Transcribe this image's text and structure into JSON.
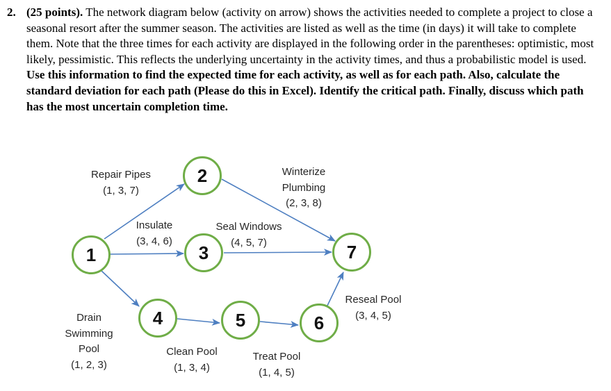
{
  "problem": {
    "number": "2.",
    "points_label": "(25 points).",
    "body": "The network diagram below (activity on arrow) shows the activities needed to complete a project to close a seasonal resort after the summer season. The activities are listed as well as the time (in days) it will take to complete them. Note that the three times for each activity are displayed in the following order in the parentheses: optimistic, most likely, pessimistic. This reflects the underlying uncertainty in the activity times, and thus a probabilistic model is used.",
    "task": "Use this information to find the expected time for each activity, as well as for each path. Also, calculate the standard deviation for each path (Please do this in Excel). Identify the critical path. Finally, discuss which path has the most uncertain completion time."
  },
  "diagram": {
    "type": "activity-on-arrow network",
    "nodes": [
      {
        "id": "1"
      },
      {
        "id": "2"
      },
      {
        "id": "3"
      },
      {
        "id": "4"
      },
      {
        "id": "5"
      },
      {
        "id": "6"
      },
      {
        "id": "7"
      }
    ],
    "activities": [
      {
        "name": "Repair Pipes",
        "times": "(1, 3, 7)",
        "from": "1",
        "to": "2",
        "lines": [
          "Repair Pipes",
          "(1, 3, 7)"
        ]
      },
      {
        "name": "Insulate",
        "times": "(3, 4, 6)",
        "from": "1",
        "to": "3",
        "lines": [
          "Insulate",
          "(3, 4, 6)"
        ]
      },
      {
        "name": "Winterize Plumbing",
        "times": "(2, 3, 8)",
        "from": "2",
        "to": "7",
        "lines": [
          "Winterize",
          "Plumbing",
          "(2, 3, 8)"
        ]
      },
      {
        "name": "Seal Windows",
        "times": "(4, 5, 7)",
        "from": "3",
        "to": "7",
        "lines": [
          "Seal Windows",
          "(4, 5, 7)"
        ]
      },
      {
        "name": "Drain Swimming Pool",
        "times": "(1, 2, 3)",
        "from": "1",
        "to": "4",
        "lines": [
          "Drain",
          "Swimming",
          "Pool",
          "(1, 2, 3)"
        ]
      },
      {
        "name": "Clean Pool",
        "times": "(1, 3, 4)",
        "from": "4",
        "to": "5",
        "lines": [
          "Clean Pool",
          "(1, 3, 4)"
        ]
      },
      {
        "name": "Treat Pool",
        "times": "(1, 4, 5)",
        "from": "5",
        "to": "6",
        "lines": [
          "Treat Pool",
          "(1, 4, 5)"
        ]
      },
      {
        "name": "Reseal Pool",
        "times": "(3, 4, 5)",
        "from": "6",
        "to": "7",
        "lines": [
          "Reseal Pool",
          "(3, 4, 5)"
        ]
      }
    ],
    "colors": {
      "node_border": "#6FAD47",
      "arrow": "#4E7FC1",
      "label_text": "#262626"
    }
  }
}
